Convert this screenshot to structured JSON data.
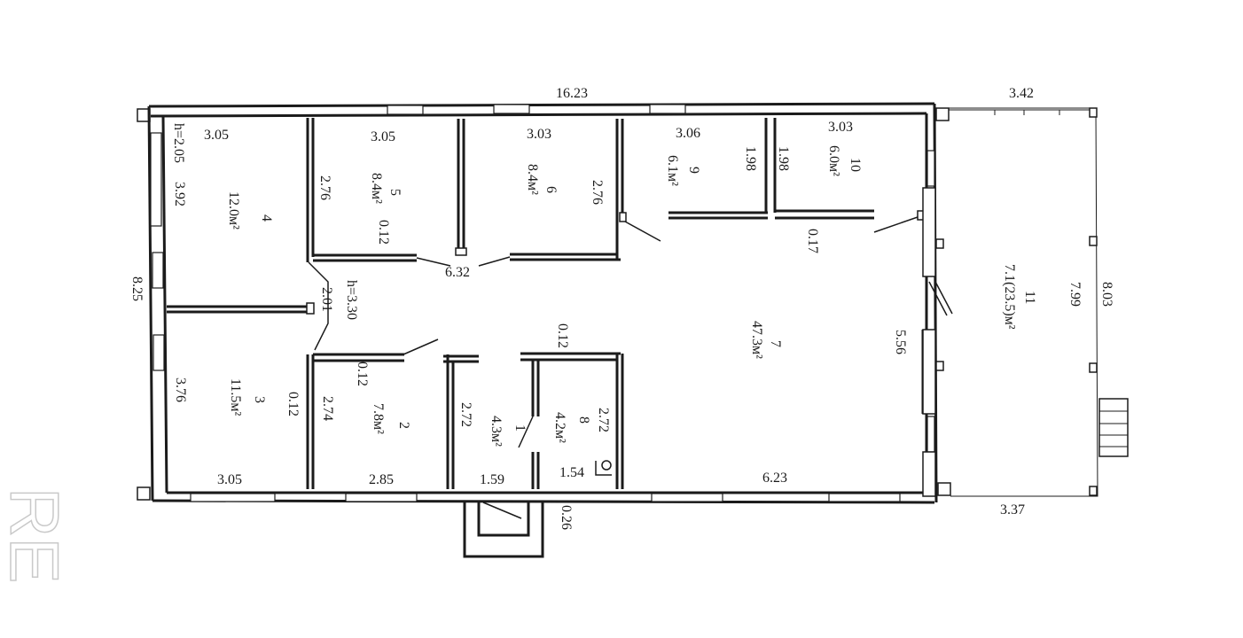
{
  "dimensions": {
    "top_total": "16.23",
    "left_total": "8.25",
    "veranda_top": "3.42",
    "veranda_bottom": "3.37",
    "veranda_outer": "8.03",
    "veranda_inner": "7.99",
    "room4_top": "3.05",
    "room4_height": "h=2.05",
    "room4_depth": "3.92",
    "room5_top": "3.05",
    "room5_side": "2.76",
    "room5_wall": "0.12",
    "room6_top": "3.03",
    "room6_side": "2.76",
    "room9_top": "3.06",
    "room9_side": "1.98",
    "room10_side": "1.98",
    "room10_top": "3.03",
    "hall_wall": "0.17",
    "corridor_width": "6.32",
    "corridor_side": "2.01",
    "corridor_height": "h=3.30",
    "room3_side": "3.76",
    "room3_wall": "0.12",
    "room3_bottom": "3.05",
    "room2_wall": "0.12",
    "room2_side": "2.74",
    "room2_bottom": "2.85",
    "room1_side": "2.72",
    "room1_bottom": "1.59",
    "room8_wall": "0.12",
    "room8_side": "2.72",
    "room8_bottom": "1.54",
    "entrance_wall": "0.26",
    "room7_bottom": "6.23",
    "room7_side": "5.56"
  },
  "rooms": [
    {
      "number": "1",
      "area": "4.3м²"
    },
    {
      "number": "2",
      "area": "7.8м²"
    },
    {
      "number": "3",
      "area": "11.5м²"
    },
    {
      "number": "4",
      "area": "12.0м²"
    },
    {
      "number": "5",
      "area": "8.4м²"
    },
    {
      "number": "6",
      "area": "8.4м²"
    },
    {
      "number": "7",
      "area": "47.3м²"
    },
    {
      "number": "8",
      "area": "4.2м²"
    },
    {
      "number": "9",
      "area": "6.1м²"
    },
    {
      "number": "10",
      "area": "6.0м²"
    },
    {
      "number": "11",
      "area": "7.1(23.5)м²"
    }
  ],
  "watermark": "RE"
}
